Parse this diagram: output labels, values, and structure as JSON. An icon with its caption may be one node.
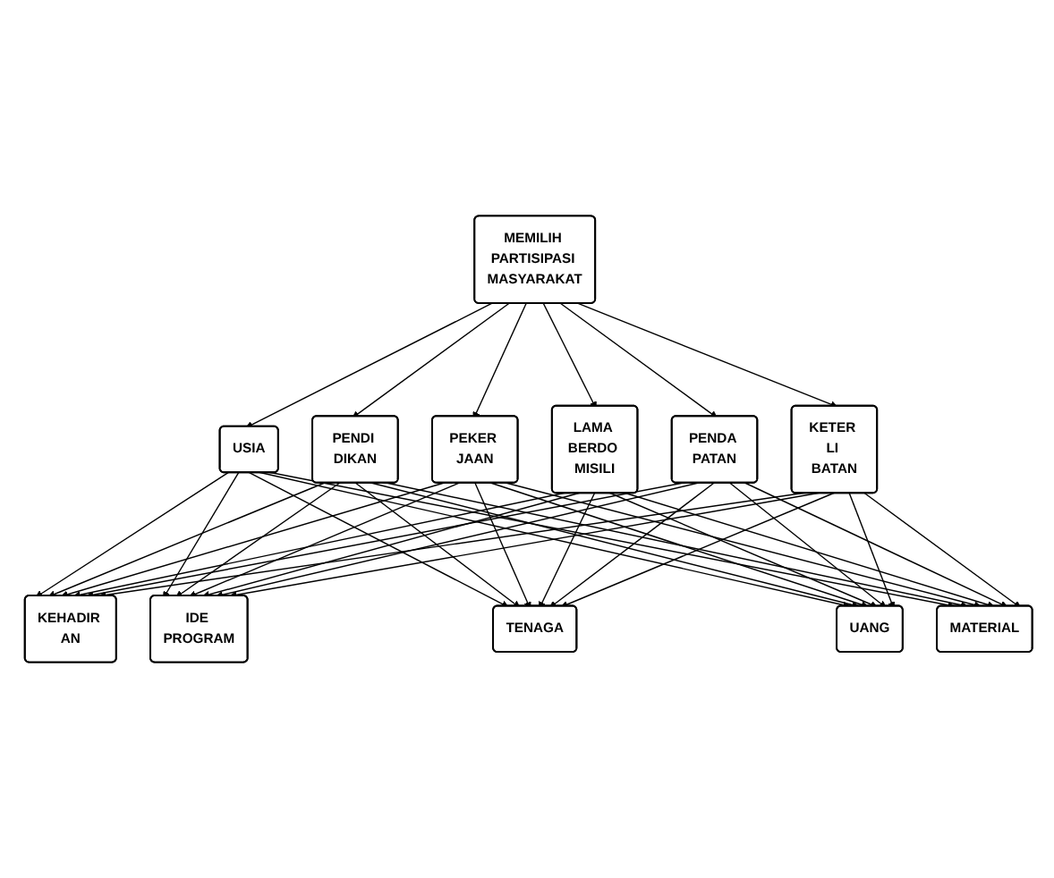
{
  "diagram": {
    "nodes": [
      {
        "text": [
          "MEMILIH PARTISIPASI MASYARAKAT"
        ]
      },
      {
        "text": [
          "USIA"
        ]
      },
      {
        "text": [
          "PENDI DIKAN"
        ]
      },
      {
        "text": [
          "PEKER JAAN"
        ]
      },
      {
        "text": [
          "LAMA BERDO MISILI"
        ]
      },
      {
        "text": [
          "PENDA PATAN"
        ]
      },
      {
        "text": [
          "KETER LI BATAN"
        ]
      },
      {
        "text": [
          "KEHADIR AN"
        ]
      },
      {
        "text": [
          "IDE PROGRAM"
        ]
      },
      {
        "text": [
          "TENAGA"
        ]
      },
      {
        "text": [
          "UANG"
        ]
      },
      {
        "text": [
          "MATERIAL"
        ]
      }
    ],
    "edges": [
      {
        "from": 0,
        "to": 1,
        "arrow": "to"
      },
      {
        "from": 0,
        "to": 2,
        "arrow": "to"
      },
      {
        "from": 0,
        "to": 3,
        "arrow": "to"
      },
      {
        "from": 0,
        "to": 4,
        "arrow": "to"
      },
      {
        "from": 0,
        "to": 5,
        "arrow": "to"
      },
      {
        "from": 0,
        "to": 6,
        "arrow": "to"
      },
      {
        "from": 1,
        "to": 7,
        "arrow": "to"
      },
      {
        "from": 1,
        "to": 8,
        "arrow": "to"
      },
      {
        "from": 1,
        "to": 9,
        "arrow": "to"
      },
      {
        "from": 1,
        "to": 10,
        "arrow": "to"
      },
      {
        "from": 1,
        "to": 11,
        "arrow": "to"
      },
      {
        "from": 2,
        "to": 7,
        "arrow": "to"
      },
      {
        "from": 2,
        "to": 8,
        "arrow": "to"
      },
      {
        "from": 2,
        "to": 9,
        "arrow": "to"
      },
      {
        "from": 2,
        "to": 10,
        "arrow": "to"
      },
      {
        "from": 2,
        "to": 11,
        "arrow": "to"
      },
      {
        "from": 3,
        "to": 7,
        "arrow": "to"
      },
      {
        "from": 3,
        "to": 8,
        "arrow": "to"
      },
      {
        "from": 3,
        "to": 9,
        "arrow": "to"
      },
      {
        "from": 3,
        "to": 10,
        "arrow": "to"
      },
      {
        "from": 3,
        "to": 11,
        "arrow": "to"
      },
      {
        "from": 4,
        "to": 7,
        "arrow": "to"
      },
      {
        "from": 4,
        "to": 8,
        "arrow": "to"
      },
      {
        "from": 4,
        "to": 9,
        "arrow": "to"
      },
      {
        "from": 4,
        "to": 10,
        "arrow": "to"
      },
      {
        "from": 4,
        "to": 11,
        "arrow": "to"
      },
      {
        "from": 5,
        "to": 7,
        "arrow": "to"
      },
      {
        "from": 5,
        "to": 8,
        "arrow": "to"
      },
      {
        "from": 5,
        "to": 9,
        "arrow": "to"
      },
      {
        "from": 5,
        "to": 10,
        "arrow": "to"
      },
      {
        "from": 5,
        "to": 11,
        "arrow": "to"
      },
      {
        "from": 6,
        "to": 7,
        "arrow": "to"
      },
      {
        "from": 6,
        "to": 8,
        "arrow": "to"
      },
      {
        "from": 6,
        "to": 9,
        "arrow": "to"
      },
      {
        "from": 6,
        "to": 10,
        "arrow": "to"
      },
      {
        "from": 6,
        "to": 11,
        "arrow": "to"
      }
    ]
  }
}
